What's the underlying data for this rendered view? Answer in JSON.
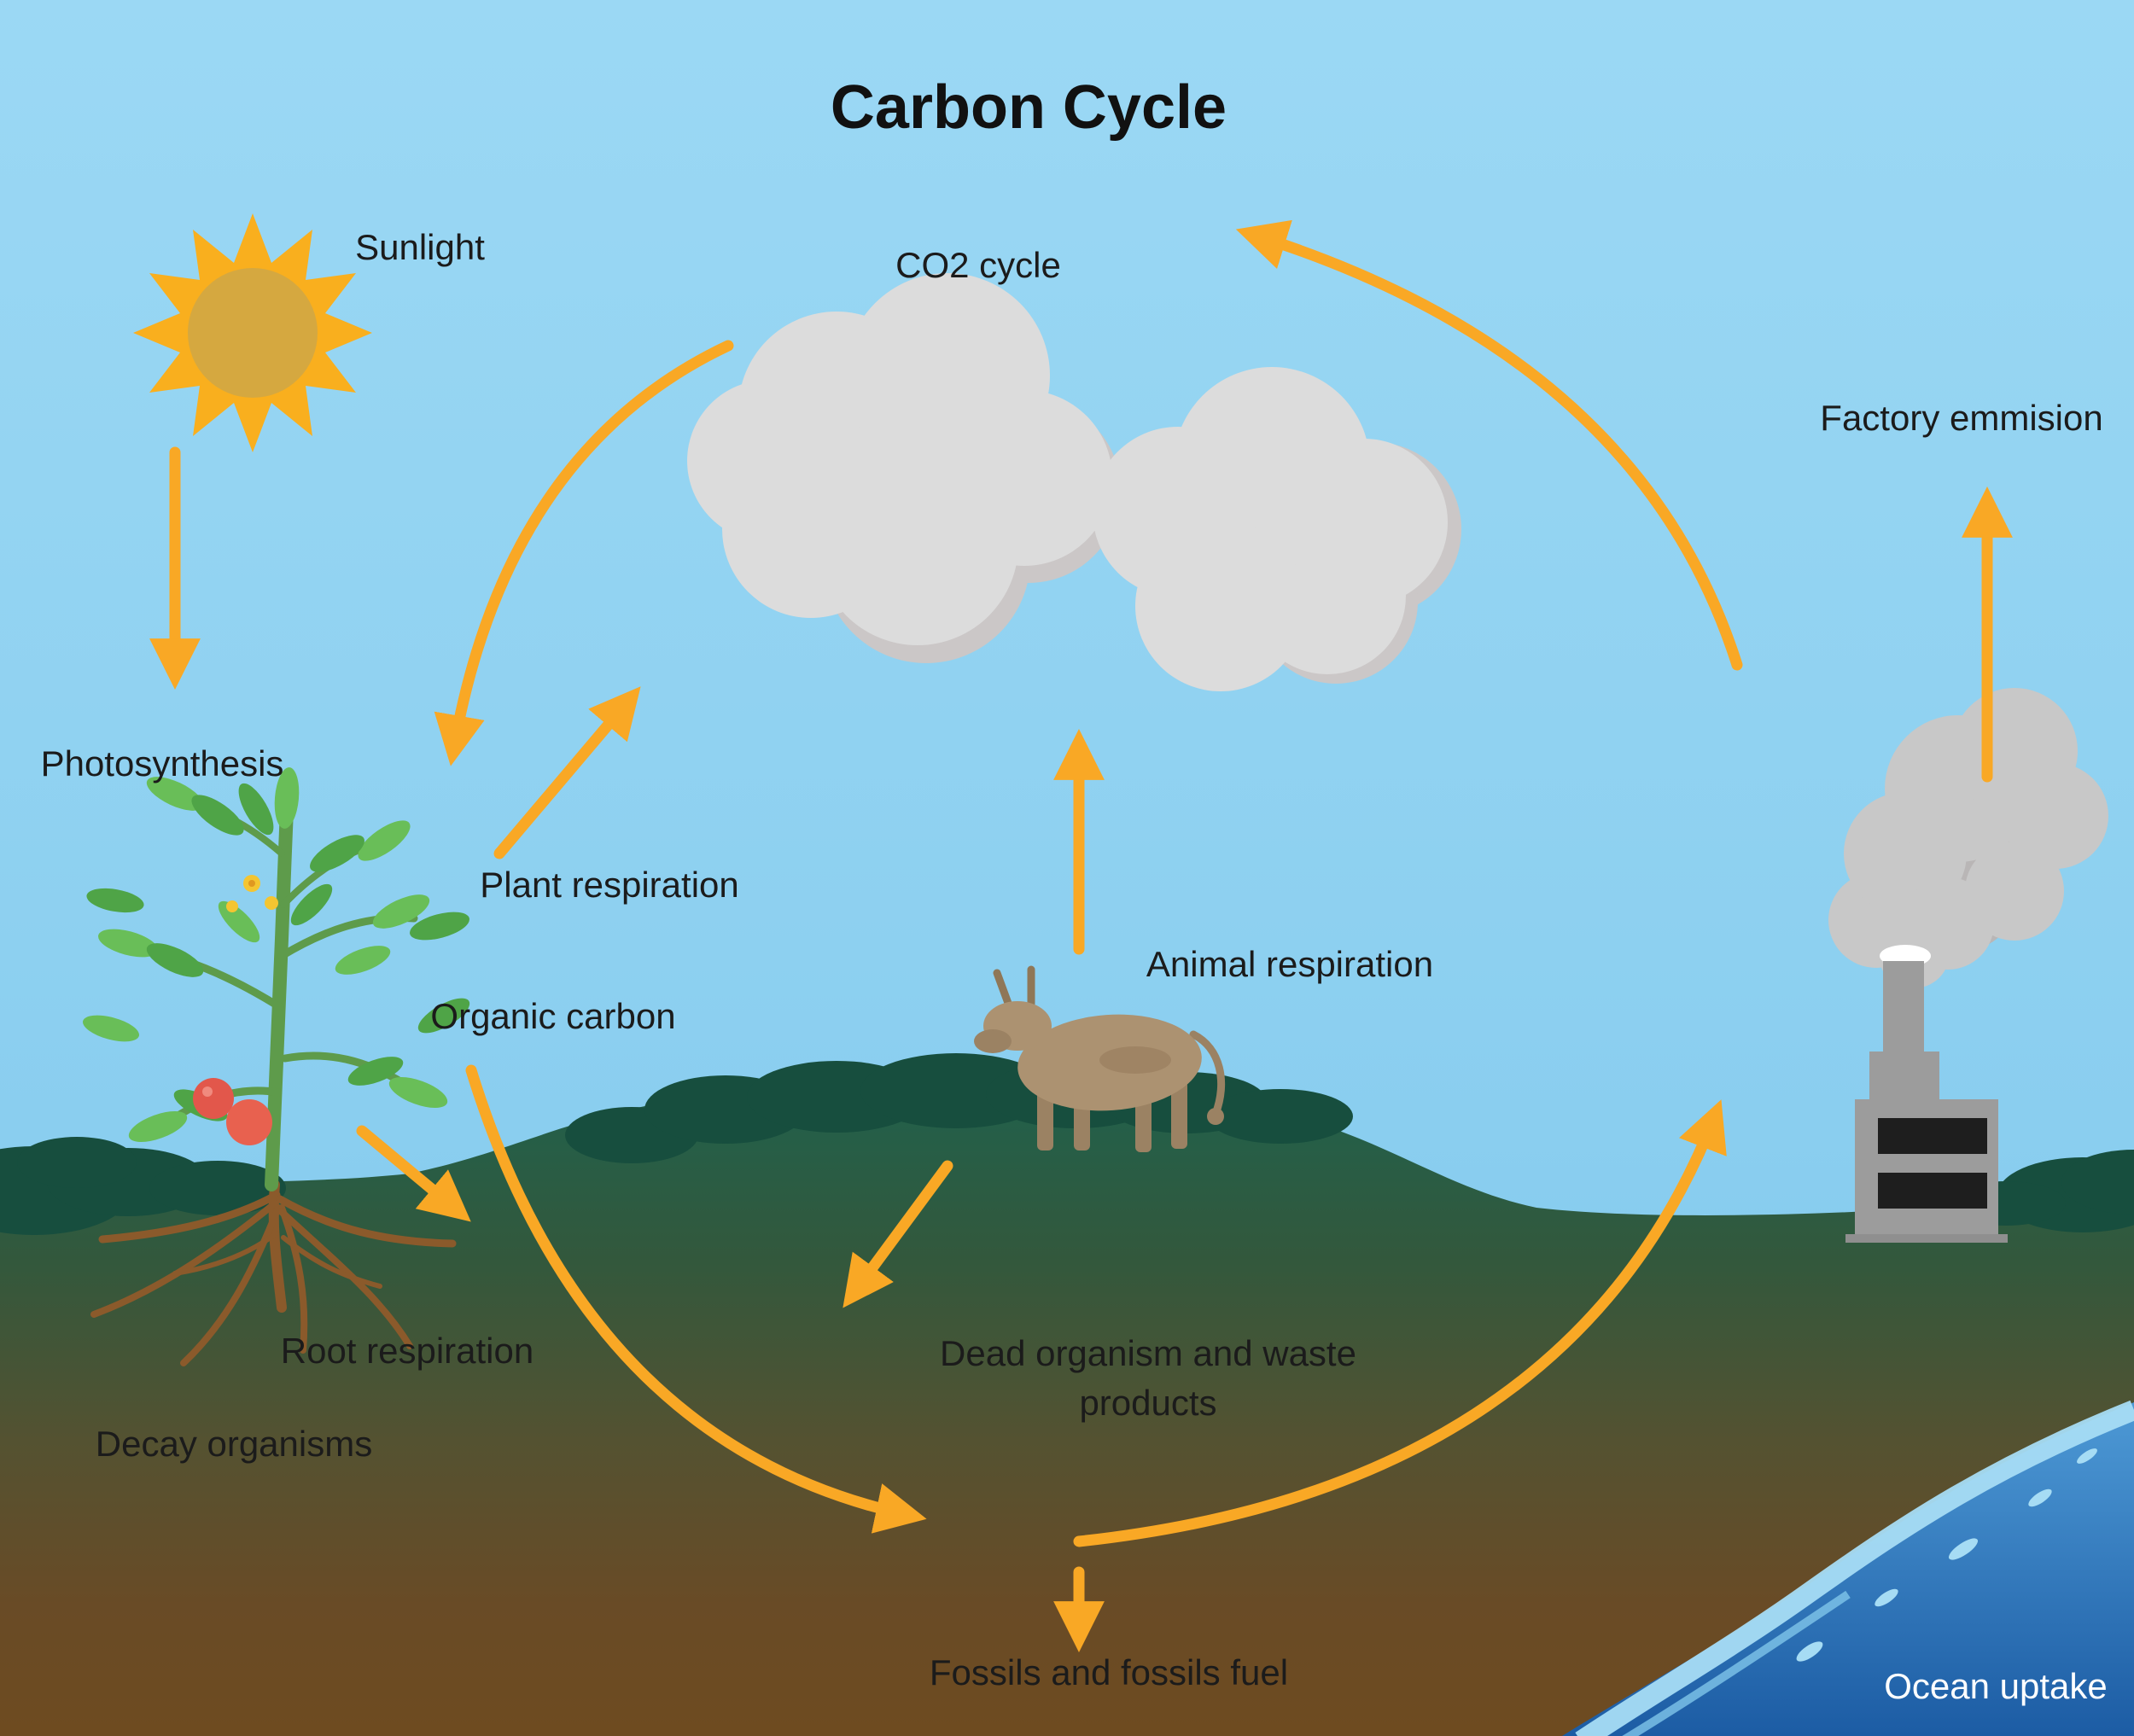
{
  "title": "Carbon Cycle",
  "labels": {
    "sunlight": "Sunlight",
    "co2_cycle": "CO2 cycle",
    "factory_emission": "Factory emmision",
    "photosynthesis": "Photosynthesis",
    "plant_respiration": "Plant respiration",
    "organic_carbon": "Organic carbon",
    "animal_respiration": "Animal respiration",
    "root_respiration": "Root respiration",
    "decay_organisms": "Decay organisms",
    "dead_organism_line1": "Dead organism and waste",
    "dead_organism_line2": "products",
    "fossils_fuel": "Fossils and fossils fuel",
    "ocean_uptake": "Ocean uptake"
  },
  "colors": {
    "arrow": "#F9A825",
    "sky": "#8FD1F0",
    "cloud": "#DCDCDC",
    "sun_star": "#F9AF1E",
    "sun_core": "#D5A840",
    "ground_green": "#1E5C49",
    "ground_brown": "#6E4B20",
    "bush": "#174E3E",
    "ocean_blue": "#2E7CC2",
    "shoreline": "#A6DCF4",
    "factory_gray": "#9C9C9C",
    "window_black": "#1E1E1E",
    "plant_green": "#5E9B4B",
    "leaf_green": "#69BE58",
    "fruit_red": "#E2574B",
    "root_brown": "#8B5A2B",
    "animal_tan": "#AC9271",
    "text": "#1b1b1b"
  },
  "arrows": [
    {
      "name": "sunlight-to-photosynthesis",
      "from": "Sunlight",
      "to": "Photosynthesis"
    },
    {
      "name": "co2-to-photosynthesis",
      "from": "CO2 cycle",
      "to": "Photosynthesis"
    },
    {
      "name": "plant-respiration-to-co2",
      "from": "Plant respiration",
      "to": "CO2 cycle"
    },
    {
      "name": "animal-respiration-to-co2",
      "from": "Animal respiration",
      "to": "CO2 cycle"
    },
    {
      "name": "emissions-to-co2",
      "from": "Factory emmision",
      "to": "CO2 cycle"
    },
    {
      "name": "factory-to-emission",
      "from": "Factory",
      "to": "Factory emmision"
    },
    {
      "name": "plant-to-root-respiration",
      "from": "Organic carbon",
      "to": "Root respiration"
    },
    {
      "name": "organic-carbon-to-fossils",
      "from": "Organic carbon",
      "to": "Fossils and fossils fuel"
    },
    {
      "name": "animal-to-dead-organisms",
      "from": "Animal respiration",
      "to": "Dead organism and waste products"
    },
    {
      "name": "fossils-to-factory",
      "from": "Fossils and fossils fuel",
      "to": "Factory"
    },
    {
      "name": "down-to-fossils",
      "from": "Dead organism and waste products",
      "to": "Fossils and fossils fuel"
    }
  ]
}
